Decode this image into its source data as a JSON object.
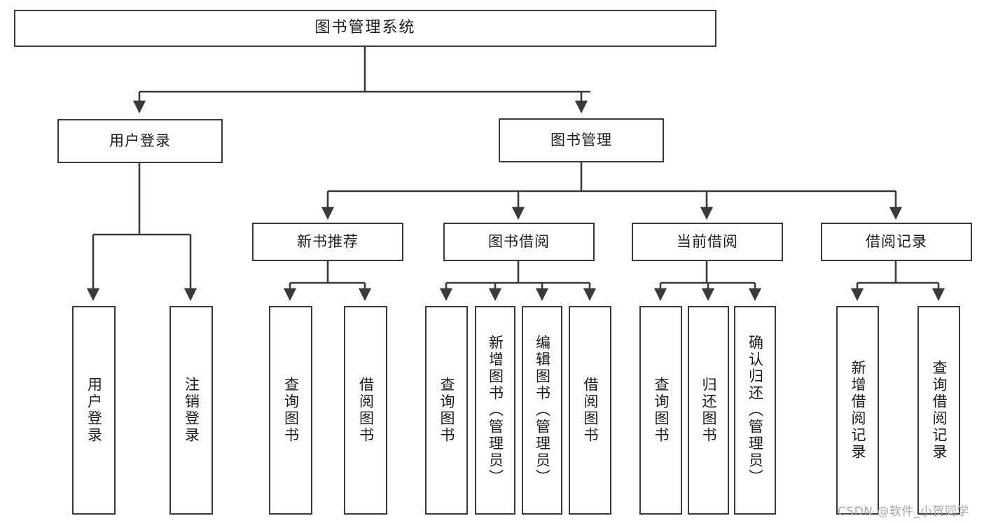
{
  "diagram": {
    "type": "tree-hierarchy",
    "title": "图书管理系统",
    "watermark": "CSDN @软件_小贺同学",
    "root": {
      "id": "root",
      "label": "图书管理系统"
    },
    "level2": [
      {
        "id": "user-login",
        "label": "用户登录"
      },
      {
        "id": "book-manage",
        "label": "图书管理"
      }
    ],
    "level3": [
      {
        "id": "new-book-rec",
        "label": "新书推荐",
        "parent": "book-manage"
      },
      {
        "id": "book-borrow",
        "label": "图书借阅",
        "parent": "book-manage"
      },
      {
        "id": "current-borrow",
        "label": "当前借阅",
        "parent": "book-manage"
      },
      {
        "id": "borrow-record",
        "label": "借阅记录",
        "parent": "book-manage"
      }
    ],
    "leaves": [
      {
        "id": "leaf-user-login",
        "label": "用户登录",
        "parent": "user-login"
      },
      {
        "id": "leaf-user-logout",
        "label": "注销登录",
        "parent": "user-login"
      },
      {
        "id": "leaf-query-book-1",
        "label": "查询图书",
        "parent": "new-book-rec"
      },
      {
        "id": "leaf-borrow-book-1",
        "label": "借阅图书",
        "parent": "new-book-rec"
      },
      {
        "id": "leaf-query-book-2",
        "label": "查询图书",
        "parent": "book-borrow"
      },
      {
        "id": "leaf-add-book",
        "label": "新增图书（管理员）",
        "parent": "book-borrow"
      },
      {
        "id": "leaf-edit-book",
        "label": "编辑图书（管理员）",
        "parent": "book-borrow"
      },
      {
        "id": "leaf-borrow-book-2",
        "label": "借阅图书",
        "parent": "book-borrow"
      },
      {
        "id": "leaf-query-book-3",
        "label": "查询图书",
        "parent": "current-borrow"
      },
      {
        "id": "leaf-return-book",
        "label": "归还图书",
        "parent": "current-borrow"
      },
      {
        "id": "leaf-confirm-return",
        "label": "确认归还（管理员）",
        "parent": "current-borrow"
      },
      {
        "id": "leaf-add-record",
        "label": "新增借阅记录",
        "parent": "borrow-record"
      },
      {
        "id": "leaf-query-record",
        "label": "查询借阅记录",
        "parent": "borrow-record"
      }
    ],
    "colors": {
      "stroke": "#3a3a3a",
      "background": "#ffffff",
      "text": "#1a1a1a",
      "watermark": "#a8a8a8"
    }
  }
}
